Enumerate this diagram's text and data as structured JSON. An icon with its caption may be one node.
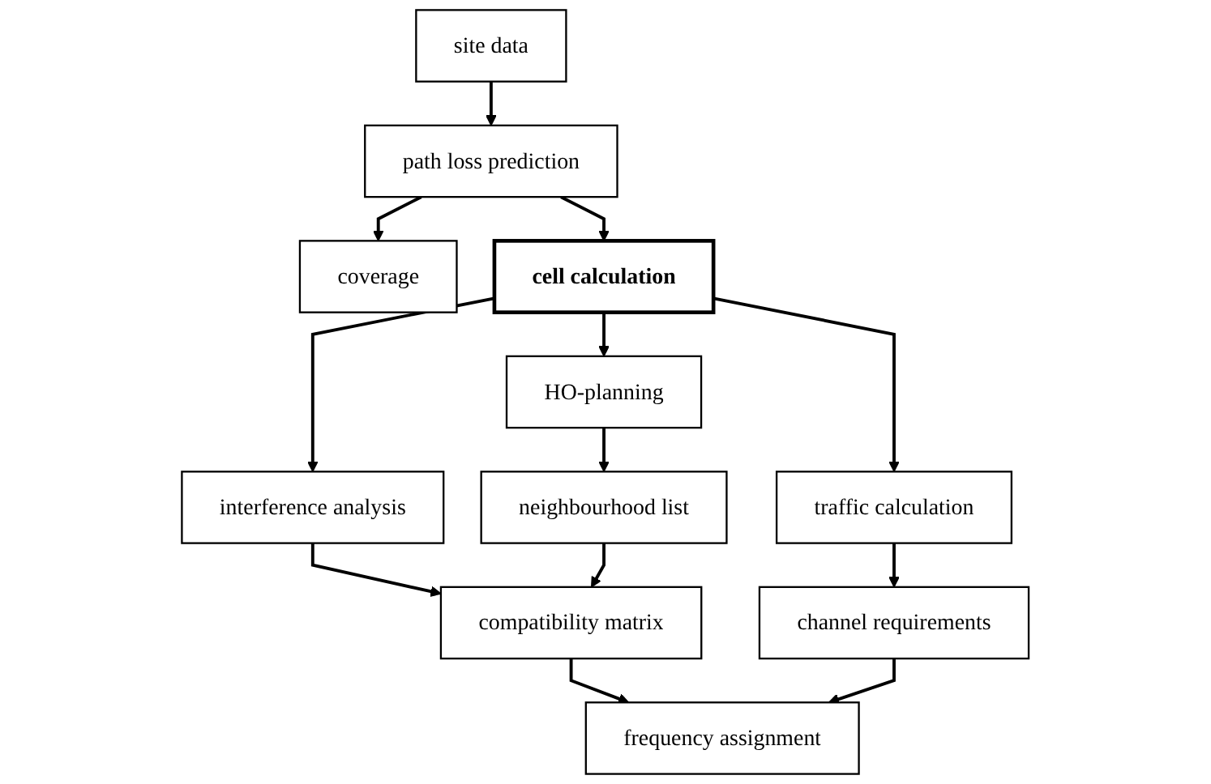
{
  "diagram": {
    "nodes": [
      {
        "text": [
          "site data"
        ]
      },
      {
        "text": [
          "path loss prediction"
        ]
      },
      {
        "text": [
          "coverage"
        ]
      },
      {
        "text": [
          "cell calculation"
        ]
      },
      {
        "text": [
          "interference analysis"
        ]
      },
      {
        "text": [
          "HO-planning"
        ]
      },
      {
        "text": [
          "traffic calculation"
        ]
      },
      {
        "text": [
          "neighbourhood list"
        ]
      },
      {
        "text": [
          "compatibility matrix"
        ]
      },
      {
        "text": [
          "channel requirements"
        ]
      },
      {
        "text": [
          "frequency assignment"
        ]
      }
    ],
    "edges": [
      {
        "from": 0,
        "to": 1,
        "arrow": "to"
      },
      {
        "from": 1,
        "to": 2,
        "arrow": "to"
      },
      {
        "from": 1,
        "to": 3,
        "arrow": "to"
      },
      {
        "from": 3,
        "to": 4,
        "arrow": "to"
      },
      {
        "from": 3,
        "to": 5,
        "arrow": "to"
      },
      {
        "from": 3,
        "to": 6,
        "arrow": "to"
      },
      {
        "from": 4,
        "to": 8,
        "arrow": "to"
      },
      {
        "from": 5,
        "to": 7,
        "arrow": "to"
      },
      {
        "from": 7,
        "to": 8,
        "arrow": "to"
      },
      {
        "from": 6,
        "to": 9,
        "arrow": "to"
      },
      {
        "from": 8,
        "to": 10,
        "arrow": "to"
      },
      {
        "from": 9,
        "to": 10,
        "arrow": "to"
      }
    ]
  }
}
